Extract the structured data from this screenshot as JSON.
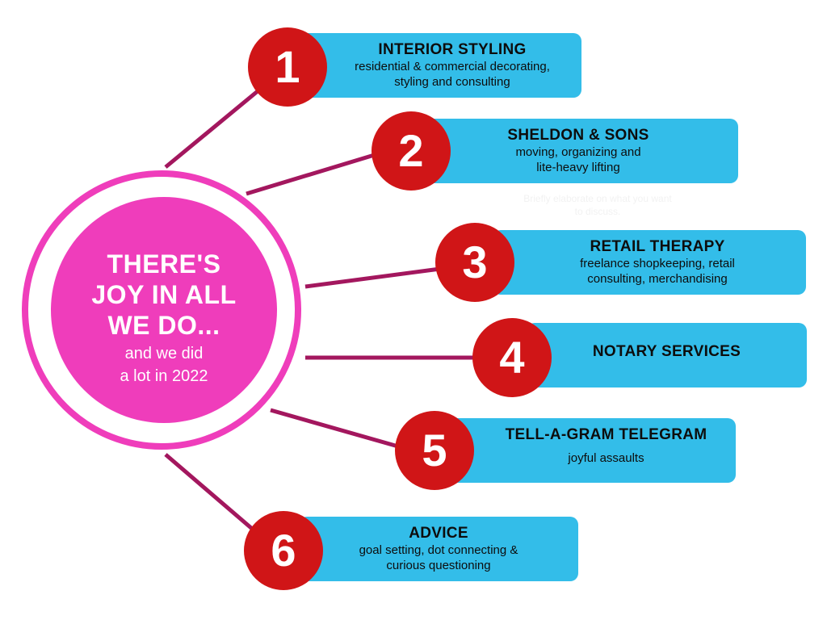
{
  "hub": {
    "title_lines": [
      "THERE'S",
      "JOY IN ALL",
      "WE DO..."
    ],
    "subtitle_lines": [
      "and we did",
      "a lot in 2022"
    ]
  },
  "services": [
    {
      "number": "1",
      "title": "INTERIOR STYLING",
      "description": [
        "residential & commercial decorating,",
        "styling and consulting"
      ]
    },
    {
      "number": "2",
      "title": "SHELDON & SONS",
      "description": [
        "moving, organizing and",
        "lite-heavy lifting"
      ]
    },
    {
      "number": "3",
      "title": "RETAIL THERAPY",
      "description": [
        "freelance shopkeeping, retail",
        "consulting, merchandising"
      ]
    },
    {
      "number": "4",
      "title": "NOTARY SERVICES",
      "description": []
    },
    {
      "number": "5",
      "title": "TELL-A-GRAM TELEGRAM",
      "description": [
        "joyful assaults"
      ]
    },
    {
      "number": "6",
      "title": "ADVICE",
      "description": [
        "goal setting, dot connecting &",
        "curious questioning"
      ]
    }
  ],
  "placeholder_text": [
    "Briefly elaborate on what you want",
    "to discuss."
  ],
  "colors": {
    "hub_pink": "#ef3dbb",
    "badge_red": "#d01517",
    "box_blue": "#33bde9",
    "connector": "#a3175e"
  }
}
